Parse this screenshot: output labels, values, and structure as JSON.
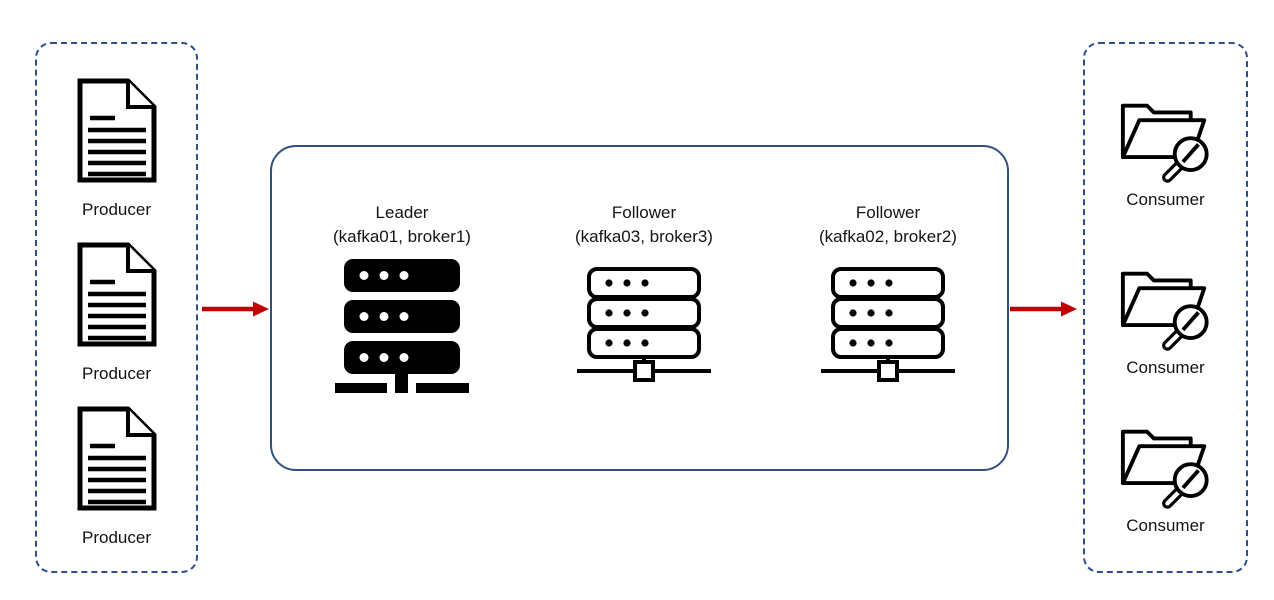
{
  "diagram": {
    "producers": {
      "items": [
        {
          "label": "Producer"
        },
        {
          "label": "Producer"
        },
        {
          "label": "Producer"
        }
      ]
    },
    "cluster": {
      "brokers": [
        {
          "role": "Leader",
          "host": "(kafka01, broker1)"
        },
        {
          "role": "Follower",
          "host": "(kafka03, broker3)"
        },
        {
          "role": "Follower",
          "host": "(kafka02, broker2)"
        }
      ]
    },
    "consumers": {
      "items": [
        {
          "label": "Consumer"
        },
        {
          "label": "Consumer"
        },
        {
          "label": "Consumer"
        }
      ]
    },
    "colors": {
      "dashed_border": "#2d4f8e",
      "cluster_border": "#32517e",
      "arrow": "#c00000",
      "icon_ink": "#000000"
    }
  }
}
